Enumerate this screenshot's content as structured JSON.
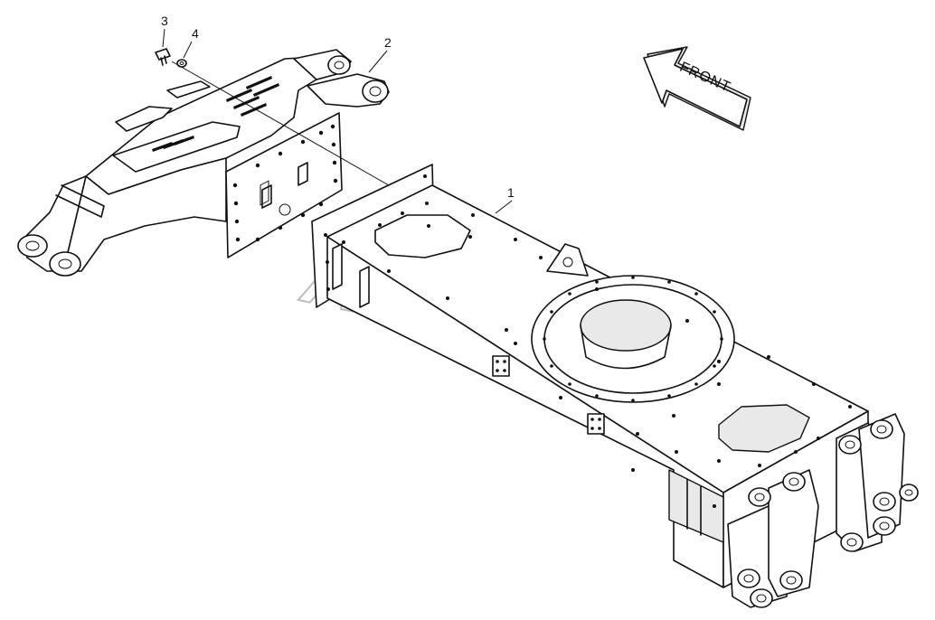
{
  "diagram": {
    "callouts": {
      "part_1": "1",
      "part_2": "2",
      "part_3": "3",
      "part_4": "4"
    },
    "direction_arrow": {
      "label": "FRONT"
    },
    "watermark": "AutoSoft"
  }
}
